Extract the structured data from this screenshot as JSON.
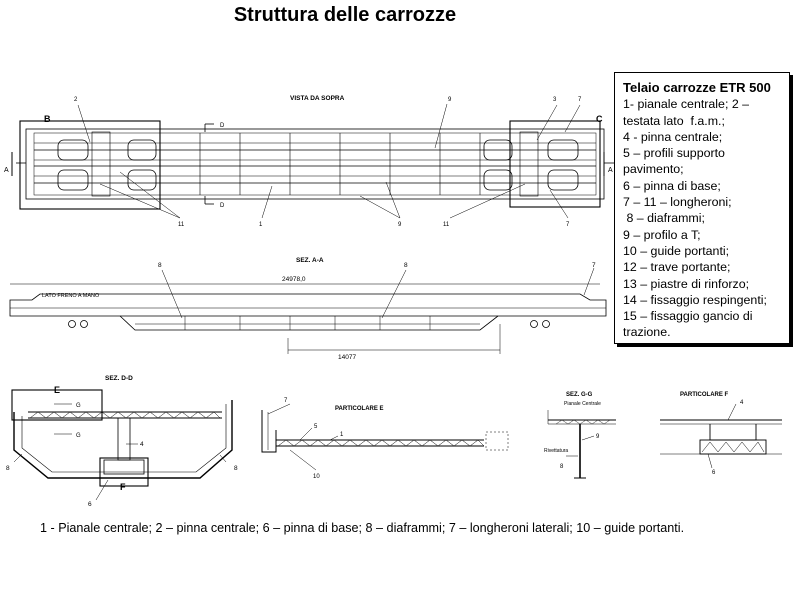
{
  "title": "Struttura delle carrozze",
  "legend": {
    "title": "Telaio carrozze ETR 500",
    "items": [
      "1- pianale centrale; 2 –",
      "testata lato  f.a.m.;",
      "4 - pinna centrale;",
      "5 – profili supporto",
      "pavimento;",
      "6 – pinna di base;",
      "7 – 11 – longheroni;",
      " 8 – diaframmi;",
      "9 – profilo a T;",
      "10 – guide portanti;",
      "12 – trave portante;",
      "13 – piastre di rinforzo;",
      "14 – fissaggio respingenti;",
      "15 – fissaggio gancio di",
      "trazione."
    ]
  },
  "caption": "1 - Pianale centrale; 2 – pinna centrale; 6 – pinna di base; 8 – diaframmi; 7 – longheroni laterali; 10 – guide portanti.",
  "drawing": {
    "top_view": {
      "heading": "VISTA DA SOPRA",
      "box_b": "B",
      "box_c": "C",
      "section_a_left": "A",
      "section_a_right": "A",
      "section_d_top": "D",
      "section_d_bottom": "D",
      "callouts": {
        "n2": "2",
        "n9": "9",
        "n3": "3",
        "n7_top": "7",
        "n11_left": "11",
        "n1": "1",
        "n9_bottom": "9",
        "n11_right": "11",
        "n7_bottom": "7"
      }
    },
    "section_aa": {
      "heading": "SEZ. A-A",
      "label_lato": "LATO FRENO A MANO",
      "length": "24978,0",
      "dim_bottom": "14077",
      "callouts": {
        "n8_left": "8",
        "n8_right": "8",
        "n7": "7"
      }
    },
    "section_dd": {
      "heading": "SEZ. D-D",
      "box_e": "E",
      "box_f": "F",
      "g_top": "G",
      "g_bottom": "G",
      "callouts": {
        "n4": "4",
        "n8_left": "8",
        "n8_right": "8",
        "n6": "6"
      }
    },
    "detail_e": {
      "heading": "PARTICOLARE E",
      "callouts": {
        "n7": "7",
        "n5": "5",
        "n1": "1",
        "n10": "10"
      }
    },
    "section_gg": {
      "heading": "SEZ. G-G",
      "label_pianale": "Pianale Centrale",
      "label_rivet": "Rivettatura",
      "callouts": {
        "n9": "9",
        "n8": "8"
      }
    },
    "detail_f": {
      "heading": "PARTICOLARE F",
      "callouts": {
        "n4": "4",
        "n6": "6"
      }
    }
  }
}
